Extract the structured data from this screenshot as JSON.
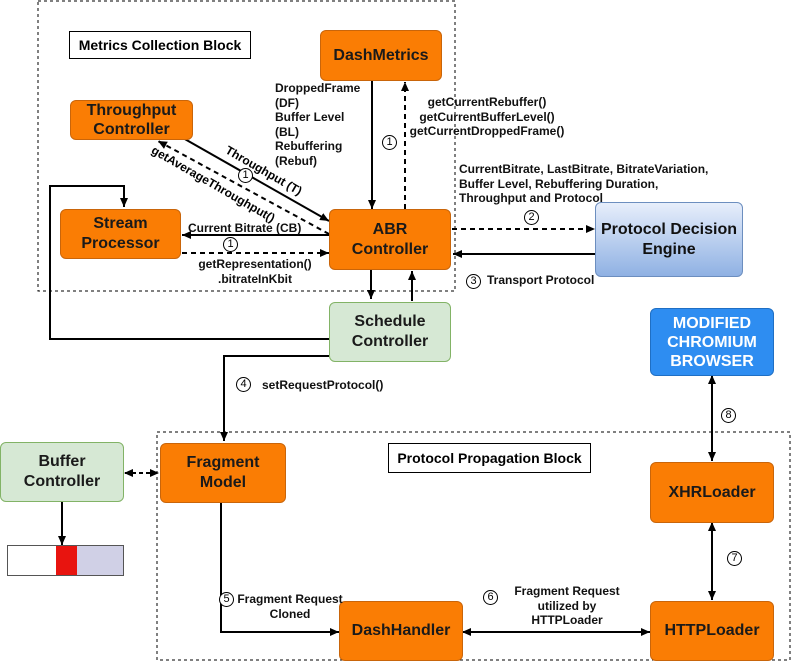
{
  "blocks": {
    "metrics_title": "Metrics Collection Block",
    "protocol_title": "Protocol Propagation Block"
  },
  "nodes": {
    "dash_metrics": "DashMetrics",
    "throughput_controller": "Throughput Controller",
    "stream_processor": "Stream Processor",
    "abr_controller": "ABR Controller",
    "protocol_engine": "Protocol Decision Engine",
    "schedule_controller": "Schedule Controller",
    "browser": "MODIFIED CHROMIUM BROWSER",
    "buffer_controller": "Buffer Controller",
    "fragment_model": "Fragment Model",
    "xhr_loader": "XHRLoader",
    "dash_handler": "DashHandler",
    "http_loader": "HTTPLoader"
  },
  "labels": {
    "metrics_list": [
      "DroppedFrame",
      "(DF)",
      "Buffer Level",
      "(BL)",
      "Rebuffering",
      "(Rebuf)"
    ],
    "get_calls": [
      "getCurrentRebuffer()",
      "getCurrentBufferLevel()",
      "getCurrentDroppedFrame()"
    ],
    "engine_inputs": [
      "CurrentBitrate, LastBitrate, BitrateVariation,",
      "Buffer Level, Rebuffering Duration,",
      "Throughput and Protocol"
    ],
    "throughput_t": "Throughput (T)",
    "get_avg_throughput": "getAverageThroughput()",
    "current_bitrate": "Current Bitrate (CB)",
    "get_representation": [
      "getRepresentation()",
      ".bitrateInKbit"
    ],
    "transport_protocol": "Transport Protocol",
    "set_request_protocol": "setRequestProtocol()",
    "fragment_cloned": [
      "Fragment Request",
      "Cloned"
    ],
    "fragment_http": [
      "Fragment Request",
      "utilized by",
      "HTTPLoader"
    ]
  },
  "steps": {
    "s1a": "1",
    "s1b": "1",
    "s1c": "1",
    "s2": "2",
    "s3": "3",
    "s4": "4",
    "s5": "5",
    "s6": "6",
    "s7": "7",
    "s8": "8"
  },
  "colors": {
    "orange": "#fa7d04",
    "green": "#d6e8d4",
    "blue_gradient_bottom": "#8fb1e3",
    "browser_blue": "#2e8df1",
    "buffer_red": "#e8140f",
    "buffer_lavender": "#d0d0e6"
  }
}
